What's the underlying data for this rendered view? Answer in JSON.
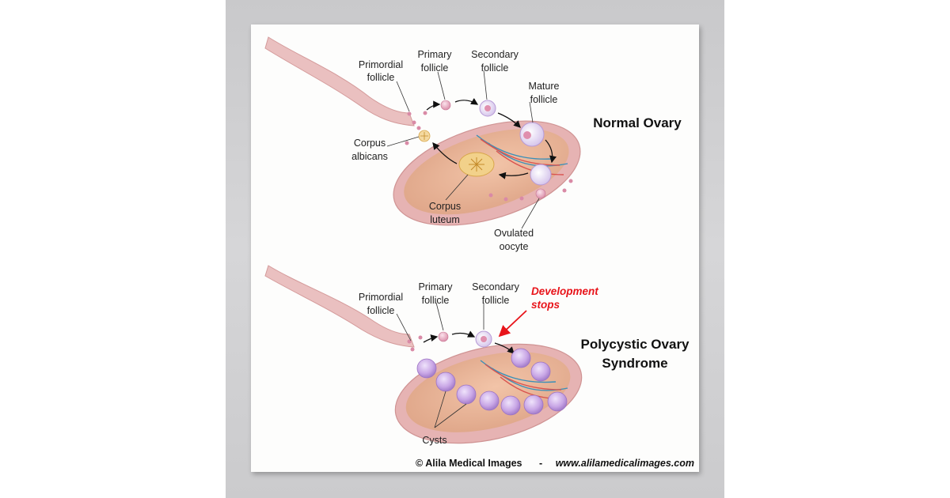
{
  "normal_ovary": {
    "title": "Normal Ovary",
    "primordial": [
      "Primordial",
      "follicle"
    ],
    "primary": [
      "Primary",
      "follicle"
    ],
    "secondary": [
      "Secondary",
      "follicle"
    ],
    "mature": [
      "Mature",
      "follicle"
    ],
    "corpus_albicans": [
      "Corpus",
      "albicans"
    ],
    "corpus_luteum": [
      "Corpus",
      "luteum"
    ],
    "ovulated": [
      "Ovulated",
      "oocyte"
    ]
  },
  "pcos": {
    "title": [
      "Polycystic Ovary",
      "Syndrome"
    ],
    "primordial": [
      "Primordial",
      "follicle"
    ],
    "primary": [
      "Primary",
      "follicle"
    ],
    "secondary": [
      "Secondary",
      "follicle"
    ],
    "development": [
      "Development",
      "stops"
    ],
    "cysts": "Cysts"
  },
  "footer": {
    "copyright": "© Alila Medical Images",
    "separator": "-",
    "website": "www.alilamedicalimages.com"
  },
  "colors": {
    "ovary_fill": "#e9b8a0",
    "capsule": "#e6b3b3",
    "cyst": "#c9a7e6",
    "red_label": "#e8141a"
  }
}
